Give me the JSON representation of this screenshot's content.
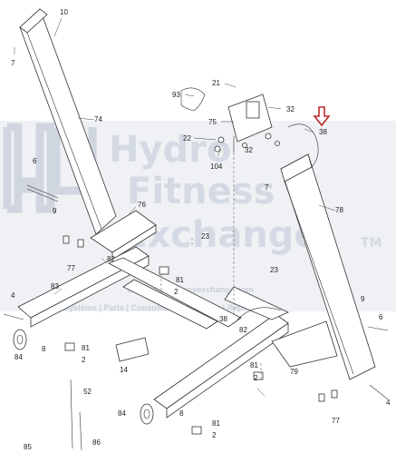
{
  "watermark": {
    "line1": "Hydro",
    "line2": "Fitness",
    "line3": "Exchange",
    "tm": "TM",
    "url": "www.hydrofitnessexchange.com",
    "tagline": "Systems  |  Parts  |  Consumables  |  Service  |  Repair"
  },
  "part_labels": [
    {
      "id": "p10",
      "text": "10"
    },
    {
      "id": "p7a",
      "text": "7"
    },
    {
      "id": "p74",
      "text": "74"
    },
    {
      "id": "p93",
      "text": "93"
    },
    {
      "id": "p21",
      "text": "21"
    },
    {
      "id": "p32a",
      "text": "32"
    },
    {
      "id": "p75",
      "text": "75"
    },
    {
      "id": "p38a",
      "text": "38"
    },
    {
      "id": "p22",
      "text": "22"
    },
    {
      "id": "p104",
      "text": "104"
    },
    {
      "id": "p32b",
      "text": "32"
    },
    {
      "id": "p6a",
      "text": "6"
    },
    {
      "id": "p9a",
      "text": "9"
    },
    {
      "id": "p7b",
      "text": "7"
    },
    {
      "id": "p78",
      "text": "78"
    },
    {
      "id": "p76",
      "text": "76"
    },
    {
      "id": "p23a",
      "text": "23"
    },
    {
      "id": "p77a",
      "text": "77"
    },
    {
      "id": "p82a",
      "text": "82"
    },
    {
      "id": "p81a",
      "text": "81"
    },
    {
      "id": "p2a",
      "text": "2"
    },
    {
      "id": "p23b",
      "text": "23"
    },
    {
      "id": "p4a",
      "text": "4"
    },
    {
      "id": "p83",
      "text": "83"
    },
    {
      "id": "p9b",
      "text": "9"
    },
    {
      "id": "p6b",
      "text": "6"
    },
    {
      "id": "p38b",
      "text": "38"
    },
    {
      "id": "p82b",
      "text": "82"
    },
    {
      "id": "p84a",
      "text": "84"
    },
    {
      "id": "p8a",
      "text": "8"
    },
    {
      "id": "p81b",
      "text": "81"
    },
    {
      "id": "p2b",
      "text": "2"
    },
    {
      "id": "p14",
      "text": "14"
    },
    {
      "id": "p81c",
      "text": "81"
    },
    {
      "id": "p2c",
      "text": "2"
    },
    {
      "id": "p79",
      "text": "79"
    },
    {
      "id": "p4b",
      "text": "4"
    },
    {
      "id": "p77b",
      "text": "77"
    },
    {
      "id": "p52",
      "text": "52"
    },
    {
      "id": "p8b",
      "text": "8"
    },
    {
      "id": "p84b",
      "text": "84"
    },
    {
      "id": "p81d",
      "text": "81"
    },
    {
      "id": "p2d",
      "text": "2"
    },
    {
      "id": "p85",
      "text": "85"
    },
    {
      "id": "p86",
      "text": "86"
    }
  ],
  "highlight_color": "#c0282b"
}
